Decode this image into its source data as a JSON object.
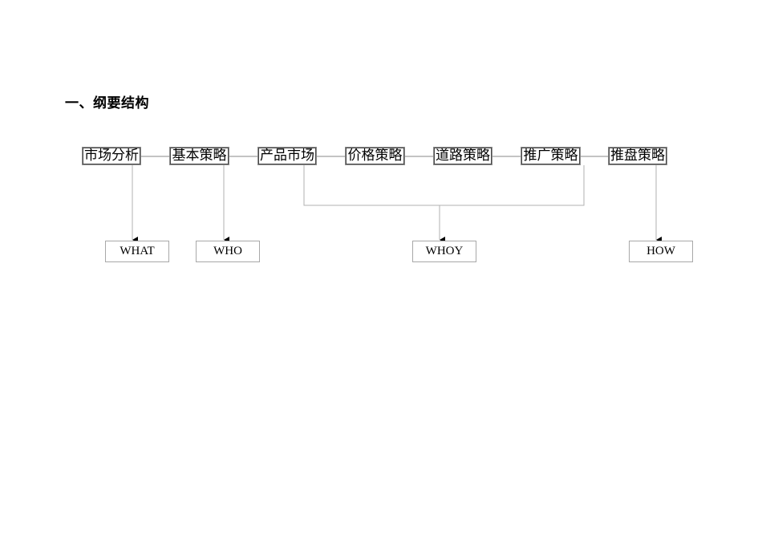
{
  "heading": "一、纲要结构",
  "nodes": [
    "市场分析",
    "基本策略",
    "产品市场",
    "价格策略",
    "道路策略",
    "推广策略",
    "推盘策略"
  ],
  "connector": "—",
  "outputs": [
    "WHAT",
    "WHO",
    "WHOY",
    "HOW"
  ],
  "colors": {
    "line": "#b0b0b0",
    "border": "#8a8a8a",
    "arrow": "#000000"
  }
}
